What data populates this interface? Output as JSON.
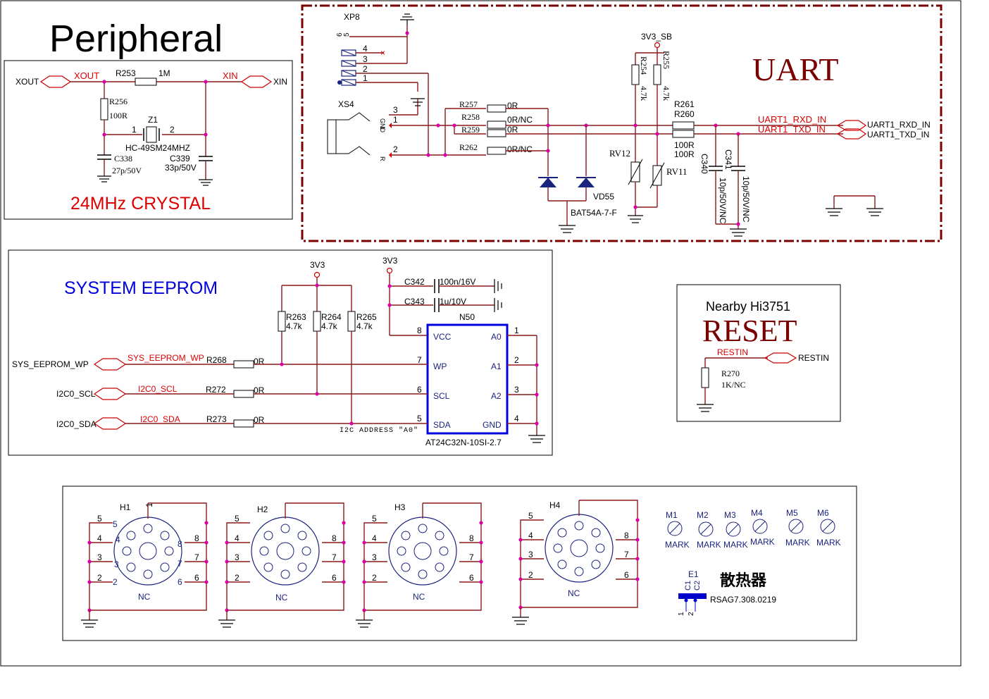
{
  "titles": {
    "peripheral": "Peripheral",
    "crystal": "24MHz CRYSTAL",
    "uart": "UART",
    "eeprom": "SYSTEM EEPROM",
    "reset_sub": "Nearby Hi3751",
    "reset": "RESET",
    "heatsink": "散热器"
  },
  "crystal": {
    "xout_port": "XOUT",
    "xout_net": "XOUT",
    "xin_port": "XIN",
    "xin_net": "XIN",
    "r253": "R253",
    "r253_val": "1M",
    "r256": "R256",
    "r256_val": "100R",
    "z1": "Z1",
    "z1_pin1": "1",
    "z1_pin2": "2",
    "z1_part": "HC-49SM24MHZ",
    "c338": "C338",
    "c338_val": "27p/50V",
    "c339": "C339",
    "c339_val": "33p/50V"
  },
  "uart": {
    "xp8": "XP8",
    "xp8_p6": "6",
    "xp8_p5": "5",
    "xp8_p4": "4",
    "xp8_p3": "3",
    "xp8_p2": "2",
    "xp8_p1": "1",
    "xs4": "XS4",
    "xs4_p3": "3",
    "xs4_p1": "1",
    "xs4_p2": "2",
    "xs4_gnd": "GND",
    "xs4_l": "L",
    "xs4_r": "R",
    "r257": "R257",
    "r257_val": "0R",
    "r258": "R258",
    "r258_val": "0R/NC",
    "r259": "R259",
    "r259_val": "0R",
    "r262": "R262",
    "r262_val": "0R/NC",
    "vd55": "VD55",
    "bat": "BAT54A-7-F",
    "rail": "3V3_SB",
    "r254": "R254",
    "r254_val": "4.7k",
    "r255": "R255",
    "r255_val": "4.7k",
    "rv12": "RV12",
    "rv11": "RV11",
    "r261": "R261",
    "r260": "R260",
    "r261_val": "100R",
    "r260_val": "100R",
    "c340": "C340",
    "c340_val": "10p/50V/NC",
    "c341": "C341",
    "c341_val": "10p/50V/NC",
    "rxd_net": "UART1_RXD_IN",
    "txd_net": "UART1_TXD_IN",
    "rxd_port": "UART1_RXD_IN",
    "txd_port": "UART1_TXD_IN"
  },
  "eeprom": {
    "rail1": "3V3",
    "rail2": "3V3",
    "r263": "R263",
    "r263_val": "4.7k",
    "r264": "R264",
    "r264_val": "4.7k",
    "r265": "R265",
    "r265_val": "4.7k",
    "c342": "C342",
    "c342_val": "100n/16V",
    "c343": "C343",
    "c343_val": "1u/10V",
    "n50": "N50",
    "part": "AT24C32N-10SI-2.7",
    "pin_vcc": "VCC",
    "pin_wp": "WP",
    "pin_scl": "SCL",
    "pin_sda": "SDA",
    "pin_a0": "A0",
    "pin_a1": "A1",
    "pin_a2": "A2",
    "pin_gnd": "GND",
    "n8": "8",
    "n7": "7",
    "n6": "6",
    "n5": "5",
    "n1": "1",
    "n2": "2",
    "n3": "3",
    "n4": "4",
    "wp_port": "SYS_EEPROM_WP",
    "wp_net": "SYS_EEPROM_WP",
    "scl_port": "I2C0_SCL",
    "scl_net": "I2C0_SCL",
    "sda_port": "I2C0_SDA",
    "sda_net": "I2C0_SDA",
    "r268": "R268",
    "r268_val": "0R",
    "r272": "R272",
    "r272_val": "0R",
    "r273": "R273",
    "r273_val": "0R",
    "i2c_addr": "I2C ADDRESS \"A0\""
  },
  "reset": {
    "net": "RESTIN",
    "port": "RESTIN",
    "r270": "R270",
    "r270_val": "1K/NC"
  },
  "holes": {
    "h1": "H1",
    "h2": "H2",
    "h3": "H3",
    "h4": "H4",
    "nc": "NC",
    "p1": "1",
    "p2": "2",
    "p3": "3",
    "p4": "4",
    "p5": "5",
    "p6": "6",
    "p7": "7",
    "p8": "8"
  },
  "marks": {
    "m1": "M1",
    "m2": "M2",
    "m3": "M3",
    "m4": "M4",
    "m5": "M5",
    "m6": "M6",
    "mark": "MARK"
  },
  "heatsink": {
    "e1": "E1",
    "c1": "C1",
    "c2": "C2",
    "p1": "1",
    "p2": "2",
    "part": "RSAG7.308.0219"
  }
}
